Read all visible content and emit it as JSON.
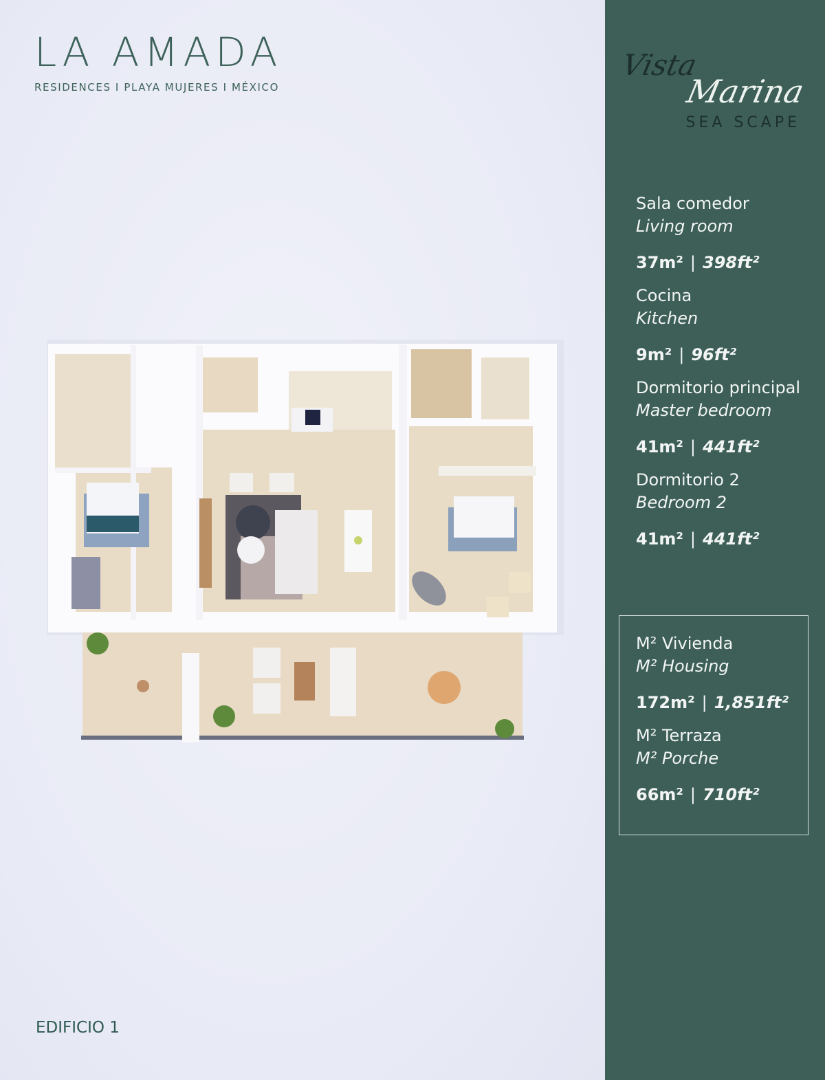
{
  "brand": {
    "logo_word": "LA AMADA",
    "logo_sub": "RESIDENCES I PLAYA MUJERES I MÉXICO",
    "model_script_1": "Vista",
    "model_script_2": "Marina",
    "model_name": "SEA SCAPE"
  },
  "building": "EDIFICIO 1",
  "specs": [
    {
      "es": "Sala comedor",
      "en": "Living room",
      "m2": "37m²",
      "ft2": "398ft²"
    },
    {
      "es": "Cocina",
      "en": "Kitchen",
      "m2": "9m²",
      "ft2": "96ft²"
    },
    {
      "es": "Dormitorio principal",
      "en": "Master bedroom",
      "m2": "41m²",
      "ft2": "441ft²"
    },
    {
      "es": "Dormitorio 2",
      "en": "Bedroom 2",
      "m2": "41m²",
      "ft2": "441ft²"
    }
  ],
  "totals": [
    {
      "es": "M² Vivienda",
      "en": "M² Housing",
      "m2": "172m²",
      "ft2": "1,851ft²"
    },
    {
      "es": "M² Terraza",
      "en": "M² Porche",
      "m2": "66m²",
      "ft2": "710ft²"
    }
  ],
  "separator": "|",
  "colors": {
    "panel": "#3d5f58",
    "logo": "#3d6259",
    "floor": "#e9dcc6",
    "wall": "#fbfbfd"
  }
}
